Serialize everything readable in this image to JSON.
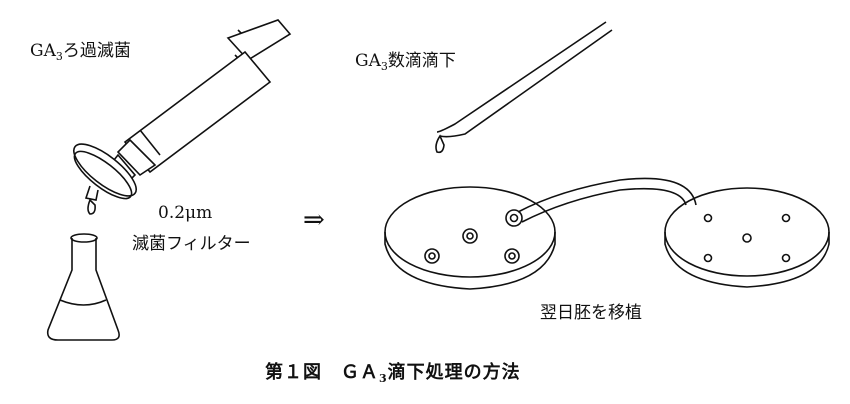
{
  "labels": {
    "filter_prefix": "GA",
    "filter_sub": "3",
    "filter_suffix": "ろ過滅菌",
    "drop_prefix": "GA",
    "drop_sub": "3",
    "drop_suffix": "数滴滴下",
    "filter_size": "0.2μm",
    "filter_name": "滅菌フィルター",
    "arrow": "⇒",
    "transfer": "翌日胚を移植"
  },
  "caption": {
    "number": "第１図",
    "prefix": "ＧＡ",
    "sub": "3",
    "suffix": "滴下処理の方法"
  }
}
